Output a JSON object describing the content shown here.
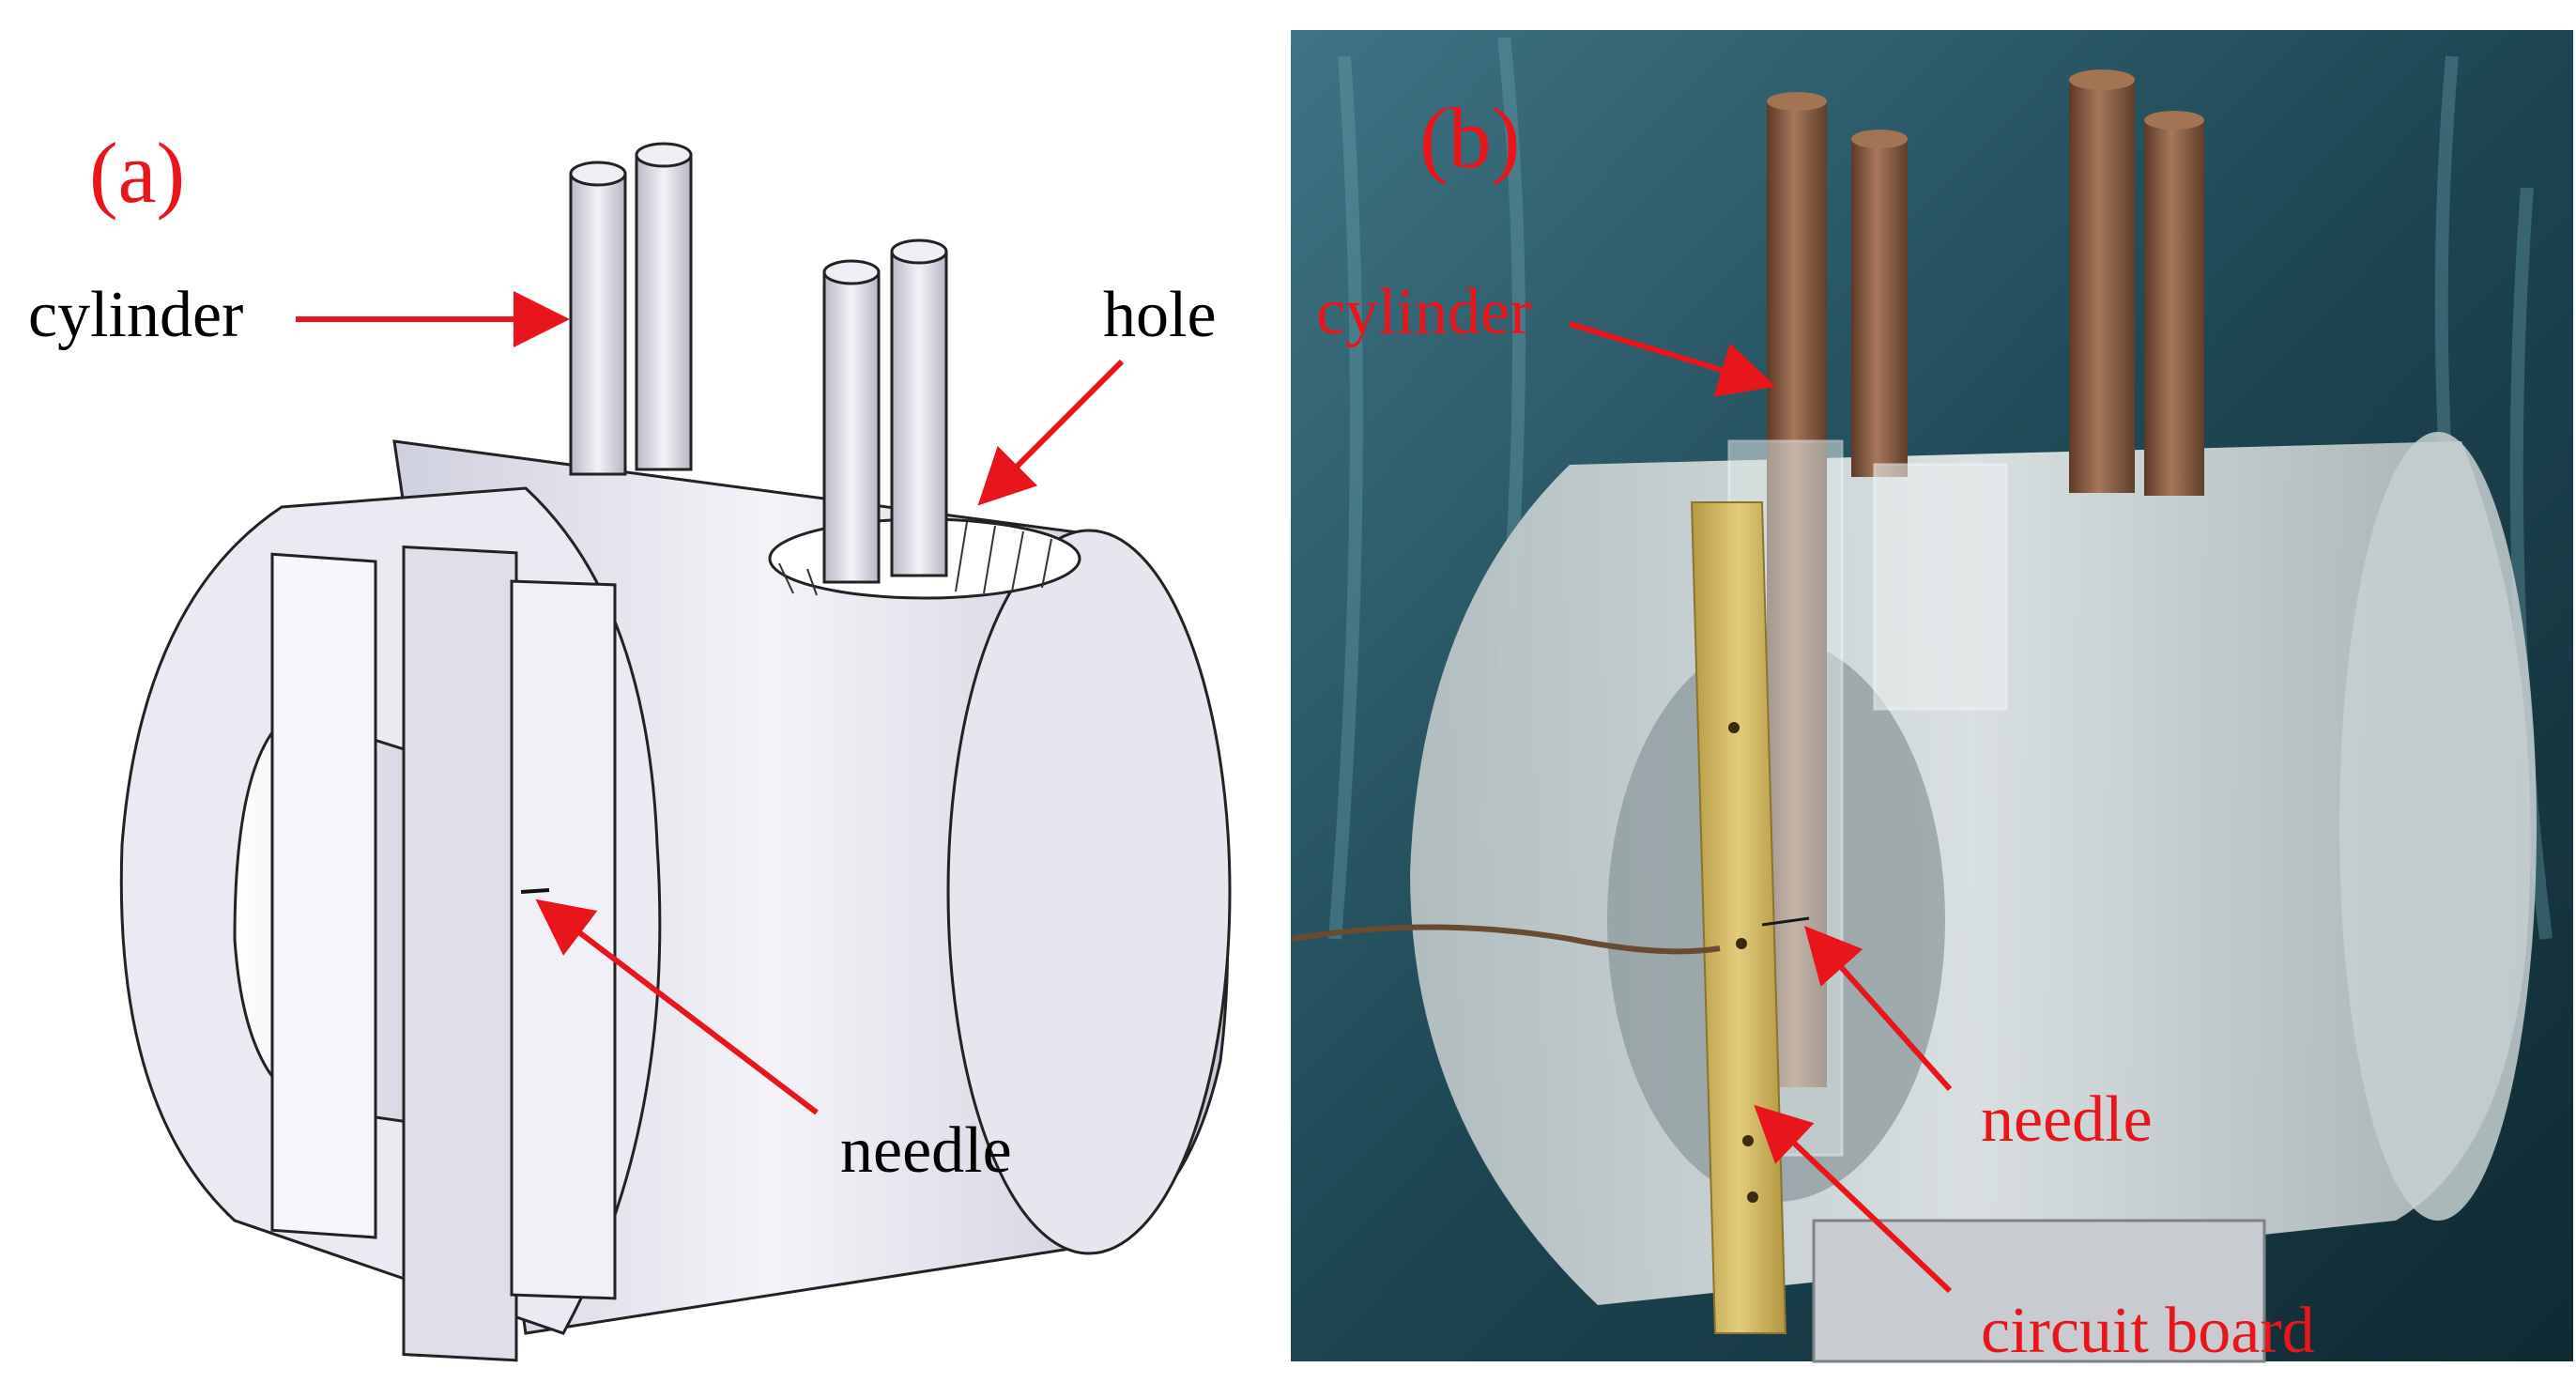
{
  "panel_a": {
    "tag": "(a)",
    "labels": {
      "cylinder": "cylinder",
      "hole": "hole",
      "needle": "needle"
    }
  },
  "panel_b": {
    "tag": "(b)",
    "labels": {
      "cylinder": "cylinder",
      "needle": "needle",
      "circuit_board": "circuit board"
    }
  },
  "colors": {
    "annotation_red": "#e8161c",
    "label_black": "#000000",
    "cad_body": "#dcdce6",
    "photo_background": "#1f4a58",
    "rod_brown": "#8a5a3c",
    "pcb_yellow": "#d9c06a"
  }
}
